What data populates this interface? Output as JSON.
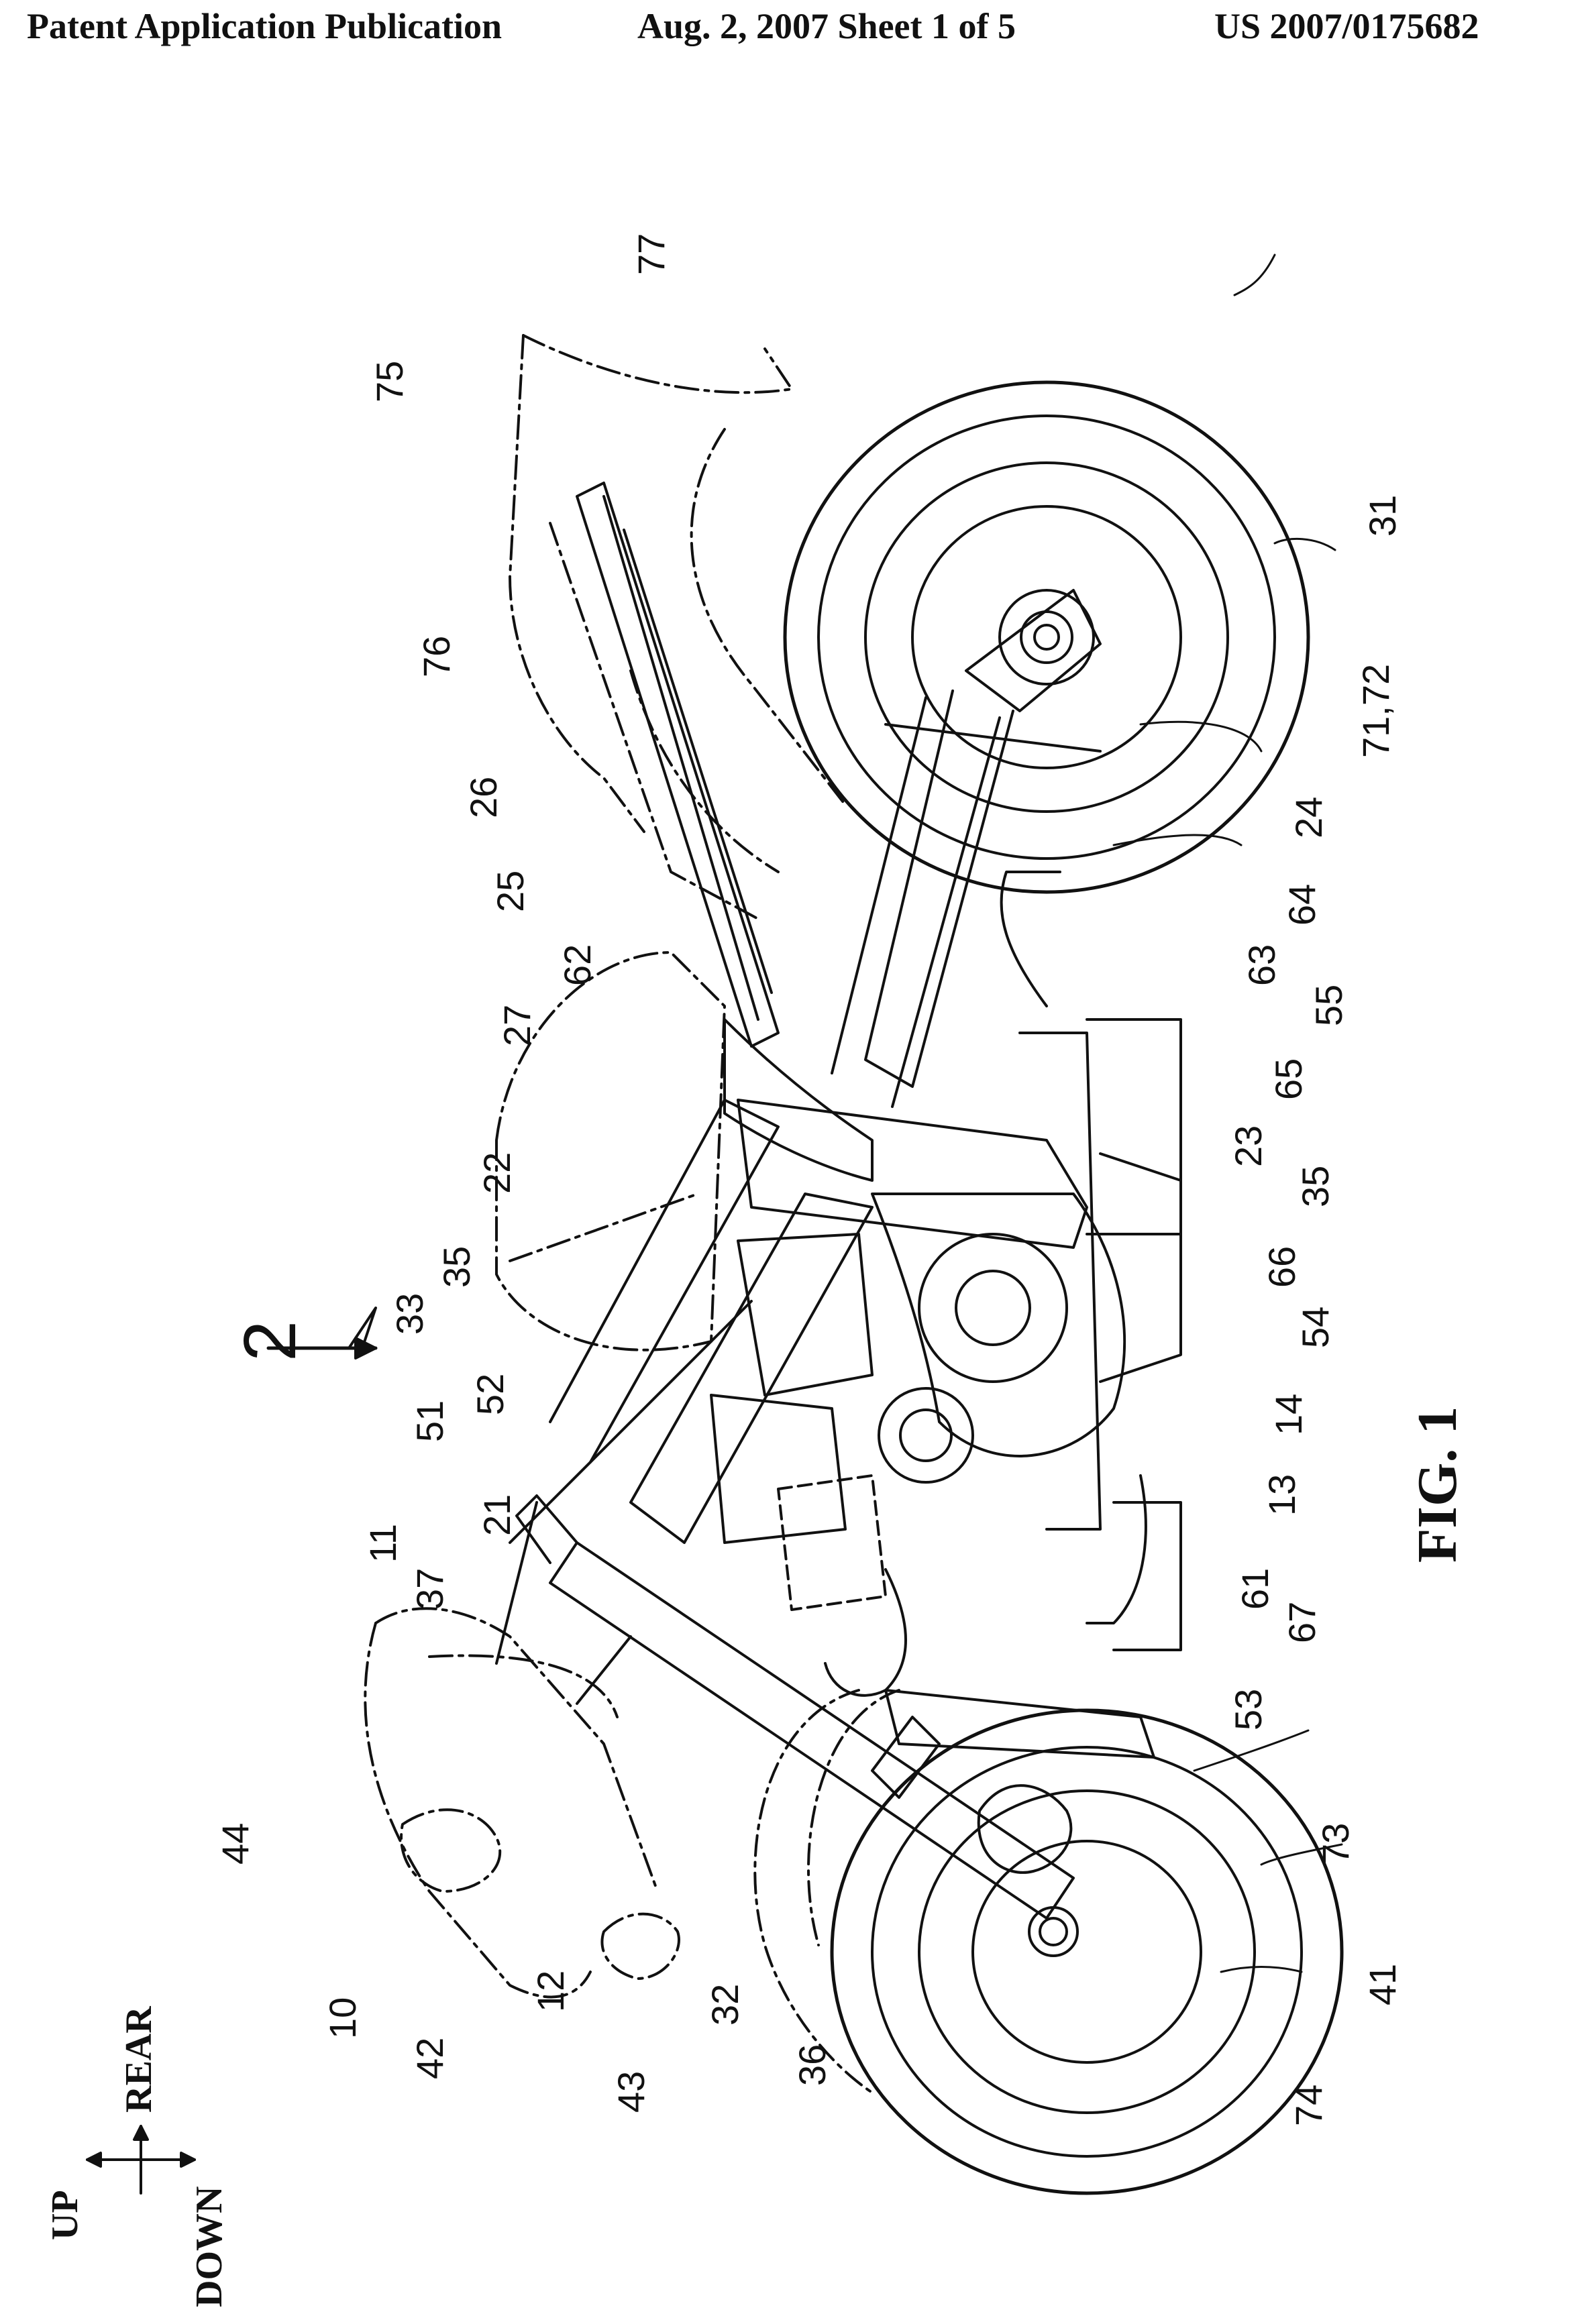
{
  "header": {
    "left": "Patent Application Publication",
    "middle": "Aug. 2, 2007   Sheet 1 of 5",
    "right": "US 2007/0175682"
  },
  "figure": {
    "label": "FIG. 1",
    "view_marker": "2",
    "directions": {
      "up": "UP",
      "down": "DOWN",
      "rear": "REAR"
    },
    "reference_numerals": {
      "r10": "10",
      "r11": "11",
      "r12": "12",
      "r13": "13",
      "r14": "14",
      "r21": "21",
      "r22": "22",
      "r23": "23",
      "r24": "24",
      "r25": "25",
      "r26": "26",
      "r27": "27",
      "r31": "31",
      "r32": "32",
      "r33": "33",
      "r35a": "35",
      "r35b": "35",
      "r36": "36",
      "r37": "37",
      "r41": "41",
      "r42": "42",
      "r43": "43",
      "r44": "44",
      "r51": "51",
      "r52": "52",
      "r53": "53",
      "r54": "54",
      "r55": "55",
      "r61": "61",
      "r62": "62",
      "r63": "63",
      "r64": "64",
      "r65": "65",
      "r66": "66",
      "r67": "67",
      "r7172": "71,72",
      "r73": "73",
      "r74": "74",
      "r75": "75",
      "r76": "76",
      "r77": "77"
    }
  }
}
